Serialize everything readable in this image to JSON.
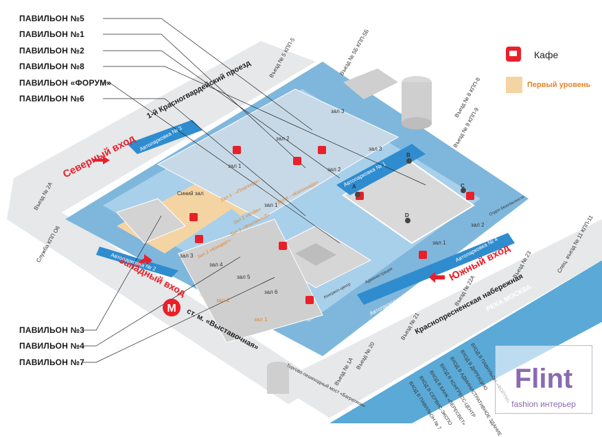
{
  "pavilions_left_top": [
    "ПАВИЛЬОН №5",
    "ПАВИЛЬОН №1",
    "ПАВИЛЬОН №2",
    "ПАВИЛЬОН №8",
    "ПАВИЛЬОН «ФОРУМ»",
    "ПАВИЛЬОН №6"
  ],
  "pavilions_left_bottom": [
    "ПАВИЛЬОН №3",
    "ПАВИЛЬОН №4",
    "ПАВИЛЬОН №7"
  ],
  "legend": {
    "cafe": "Кафе",
    "first_level": "Первый уровень"
  },
  "entrances": {
    "north": "Северный вход",
    "west": "Западный вход",
    "south": "Южный вход"
  },
  "roads": {
    "top": "1-й Красногвардейский проезд",
    "embankment": "Краснопресненская набережная",
    "river": "РЕКА МОСКВА",
    "metro": "ст. м. «Выставочная»",
    "bridge": "Торгово-пешеходный мост «Багратион»"
  },
  "parkings": [
    "Автопарковка № 1",
    "Автопарковка № 2",
    "Автопарковка № 3",
    "Автопарковка № 4",
    "Автопарковка № 4"
  ],
  "halls": [
    "зал 3",
    "зал 2",
    "зал 1",
    "зал 3",
    "зал 2",
    "зал 1",
    "зал 1",
    "зал 2",
    "зал 3",
    "зал 4",
    "зал 5",
    "зал 6",
    "зал 2",
    "зал 1"
  ],
  "halls_orange": [
    "Зал 4 - «Платенум»",
    "Зал 4 - «Колоннада»",
    "Зал 1 «Фойе»",
    "Зал 3 «Фонтанный»",
    "Зал 2 «Концерт»"
  ],
  "blue_hall": "Синий зал",
  "exits": [
    "Въезд № 5 КПП-5",
    "Въезд № 5Б КПП-5Б",
    "Въезд № 8 КПП-8",
    "Въезд № 9 КПП-9",
    "Въезд № 2А",
    "Служба КПП О6",
    "Въезд № 23",
    "Спец. въезд № 11 КПП-11",
    "Въезд № 22А",
    "Въезд № 21",
    "Въезд № 20",
    "Въезд № 1А"
  ],
  "hall_markers": [
    "A",
    "B",
    "C",
    "D"
  ],
  "building_labels": [
    "Отдел безопасности",
    "Администрация",
    "Конгресс-центр"
  ],
  "entrance_list": [
    "ВХОД В ПАВИЛЬОН «ФОРУМ»",
    "ВХОД В ДИРЕКЦИЮ",
    "ВХОД В АДМИНИСТРАТИВНОЕ ЗДАНИЕ",
    "ВХОД В КОНГРЕСС-ЦЕНТР",
    "ВХОД В БАНК «ПЕРЕСВЕТ»",
    "ВХОД В СЕРВИС-ЭКСПО",
    "ВХОД В ПАВИЛЬОН № 7"
  ],
  "watermark": {
    "brand": "Flint",
    "tagline": "fashion интерьер"
  },
  "colors": {
    "water": "#5aa9d6",
    "ground": "#7fb7dc",
    "road": "#e6e8ea",
    "accent_red": "#e8202a",
    "level_orange": "#f5d4a3",
    "text_orange": "#e8832a",
    "watermark": "#8a6bb0"
  }
}
